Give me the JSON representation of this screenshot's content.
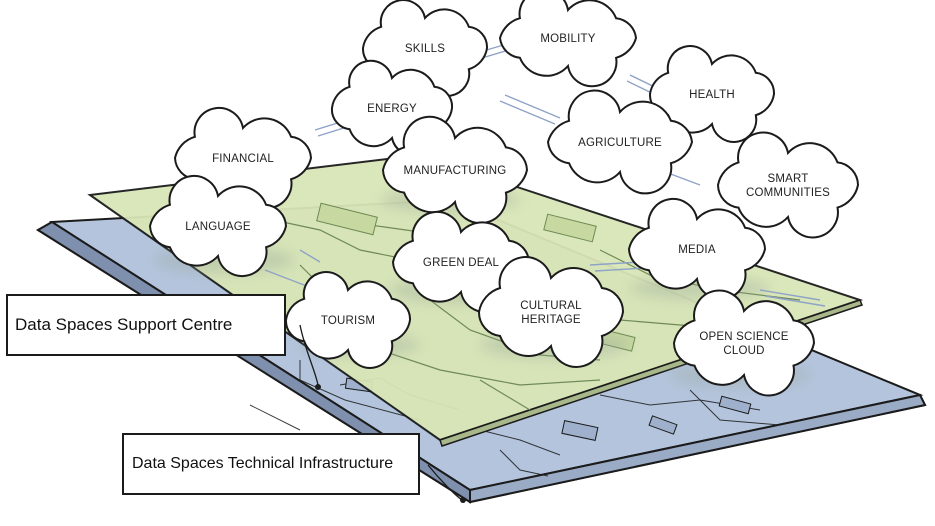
{
  "clouds": {
    "skills": [
      "SKILLS"
    ],
    "mobility": [
      "MOBILITY"
    ],
    "health": [
      "HEALTH"
    ],
    "energy": [
      "ENERGY"
    ],
    "agriculture": [
      "AGRICULTURE"
    ],
    "financial": [
      "FINANCIAL"
    ],
    "manufacturing": [
      "MANUFACTURING"
    ],
    "smart_communities": [
      "SMART",
      "COMMUNITIES"
    ],
    "language": [
      "LANGUAGE"
    ],
    "green_deal": [
      "GREEN DEAL"
    ],
    "media": [
      "MEDIA"
    ],
    "tourism": [
      "TOURISM"
    ],
    "cultural_heritage": [
      "CULTURAL",
      "HERITAGE"
    ],
    "open_science_cloud": [
      "OPEN SCIENCE",
      "CLOUD"
    ]
  },
  "callouts": {
    "support_centre": "Data Spaces Support Centre",
    "technical_infrastructure": "Data Spaces Technical Infrastructure"
  },
  "colors": {
    "base_layer": "#b3c4dc",
    "green_layer": "#d9e6b7",
    "outline": "#1b1b1b",
    "connector_lines": "#8fa3c7",
    "cloud_fill": "#ffffff"
  }
}
